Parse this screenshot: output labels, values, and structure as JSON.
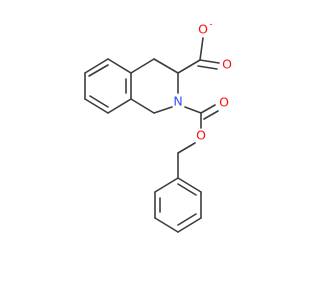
{
  "molecule": {
    "atoms": {
      "carboxylate_o_minus": "O",
      "carboxylate_o_double": "O",
      "ring_nitrogen": "N",
      "carbamate_o_double": "O",
      "ester_oxygen": "O"
    },
    "charge": "-"
  },
  "colors": {
    "bond": "#3c3c3c",
    "oxygen": "#ff0d0d",
    "nitrogen": "#3050f8"
  }
}
